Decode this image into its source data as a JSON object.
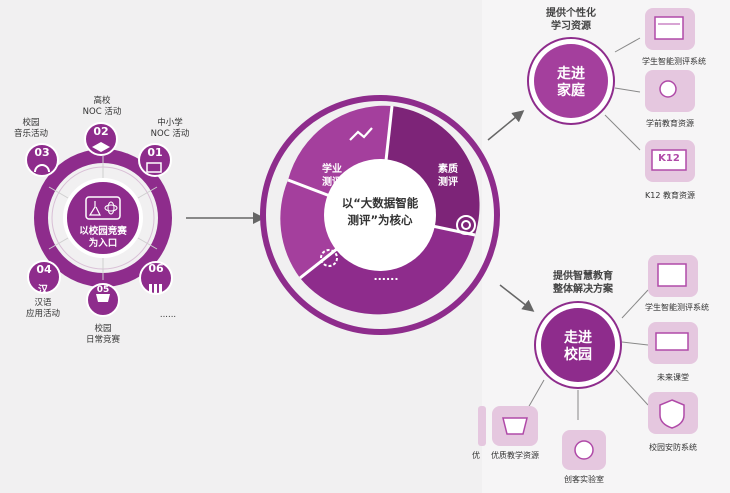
{
  "left": {
    "center_line1": "以校园竞赛",
    "center_line2": "为入口",
    "items": [
      {
        "num": "01",
        "line1": "中小学",
        "line2": "NOC 活动"
      },
      {
        "num": "02",
        "line1": "高校",
        "line2": "NOC 活动"
      },
      {
        "num": "03",
        "line1": "校园",
        "line2": "音乐活动"
      },
      {
        "num": "04",
        "line1": "汉语",
        "line2": "应用活动"
      },
      {
        "num": "05",
        "line1": "校园",
        "line2": "日常竞赛"
      },
      {
        "num": "06",
        "line1": "......",
        "line2": ""
      }
    ]
  },
  "middle": {
    "seg_a_line1": "学业",
    "seg_a_line2": "测评",
    "seg_b_line1": "素质",
    "seg_b_line2": "测评",
    "center_line1": "以“大数据智能",
    "center_line2": "测评”为核心",
    "more": "......"
  },
  "home": {
    "header_line1": "提供个性化",
    "header_line2": "学习资源",
    "circle_line1": "走进",
    "circle_line2": "家庭",
    "items": [
      "学生智能测评系统",
      "学前教育资源",
      "K12 教育资源"
    ],
    "k12_glyph": "K12"
  },
  "school": {
    "header_line1": "提供智慧教育",
    "header_line2": "整体解决方案",
    "circle_line1": "走进",
    "circle_line2": "校园",
    "items": [
      "学生智能测评系统",
      "未来课堂",
      "校园安防系统",
      "创客实验室",
      "优质教学资源"
    ],
    "cut_label": "优"
  },
  "colors": {
    "purple": "#8e2c8c",
    "purple_light": "#b04aa8",
    "purple_dark": "#6b1c6a",
    "pink_tile": "#e5c7df"
  }
}
